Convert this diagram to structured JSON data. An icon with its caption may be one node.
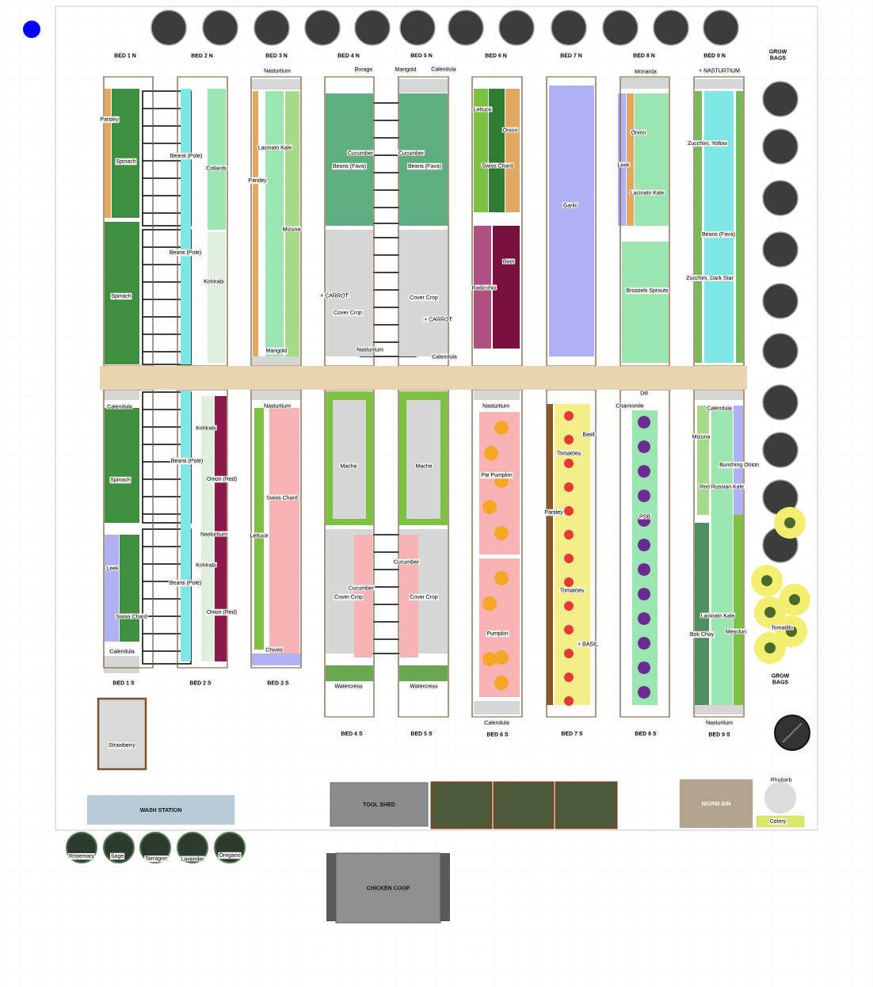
{
  "diagram": {
    "nodes": [
      {
        "text": [
          "BED 1 N",
          "Parsley",
          "Spinach",
          "Spinach"
        ]
      },
      {
        "text": [
          "BED 2 N",
          "Beans (Pole)",
          "Collards",
          "Beans (Pole)",
          "Kohlrabi"
        ]
      },
      {
        "text": [
          "BED 3 N",
          "Nasturtium",
          "Lacinato Kale",
          "Parsley",
          "Mizuna",
          "Marigold"
        ]
      },
      {
        "text": [
          "BED 4 N",
          "Borage",
          "Cucumber",
          "Beans (Fava)",
          "+ CARROT",
          "Cover Crop",
          "Nasturtium"
        ]
      },
      {
        "text": [
          "BED 5 N",
          "Marigold",
          "Calendula",
          "Cucumber",
          "Beans (Fava)",
          "Cover Crop",
          "+ CARROT",
          "Calendula"
        ]
      },
      {
        "text": [
          "BED 6 N",
          "Lettuce",
          "Onion",
          "Swiss Chard",
          "Beet",
          "Radicchio"
        ]
      },
      {
        "text": [
          "BED 7 N",
          "Garlic"
        ]
      },
      {
        "text": [
          "BED 8 N",
          "Monarda",
          "Onion",
          "Leek",
          "Lacinato Kale",
          "Brussels Sprouts"
        ]
      },
      {
        "text": [
          "BED 9 N",
          "+ NASTURTIUM",
          "Zucchini, Yellow",
          "Beans (Fava)",
          "Zucchini, Dark Star"
        ]
      },
      {
        "text": [
          "Calendula",
          "Spinach",
          "Leek",
          "Swiss Chard",
          "Calendula",
          "BED 1 S"
        ]
      },
      {
        "text": [
          "Kohlrabi",
          "Beans (Pole)",
          "Onion (Red)",
          "Nasturtium",
          "Kohlrabi",
          "Beans (Pole)",
          "Onion (Red)",
          "BED 2 S"
        ]
      },
      {
        "text": [
          "Nasturtium",
          "Swiss Chard",
          "Lettuce",
          "Chives",
          "BED 3 S"
        ]
      },
      {
        "text": [
          "Mache",
          "Cucumber",
          "Cover Crop",
          "Watercress",
          "BED 4 S"
        ]
      },
      {
        "text": [
          "Mache",
          "Cucumber",
          "Cover Crop",
          "Watercress",
          "BED 5 S"
        ]
      },
      {
        "text": [
          "Nasturtium",
          "Pie Pumpkin",
          "Pumpkin",
          "Calendula",
          "BED 6 S"
        ]
      },
      {
        "text": [
          "Basil",
          "Tomatoes",
          "Parsley",
          "Tomatoes",
          "+ BASIL",
          "BED 7 S"
        ]
      },
      {
        "text": [
          "Dill",
          "Chamomile",
          "PSB",
          "BED 8 S"
        ]
      },
      {
        "text": [
          "Calendula",
          "Mizuna",
          "Bunching Onion",
          "Red Russian Kale",
          "Lacinato Kale",
          "Bok Choy",
          "Mesclun",
          "Nasturtium",
          "BED 9 S"
        ]
      },
      {
        "text": [
          "Strawberry"
        ]
      },
      {
        "text": [
          "WASH STATION"
        ]
      },
      {
        "text": [
          "TOOL SHED"
        ]
      },
      {
        "text": [],
        "shape": "box"
      },
      {
        "text": [],
        "shape": "box"
      },
      {
        "text": [],
        "shape": "box"
      },
      {
        "text": [
          "WORM BIN"
        ]
      },
      {
        "text": [
          "Rhubarb"
        ]
      },
      {
        "text": [
          "Celery"
        ]
      },
      {
        "text": [
          "Rosemary"
        ]
      },
      {
        "text": [
          "Sage"
        ]
      },
      {
        "text": [
          "Tarragon"
        ]
      },
      {
        "text": [
          "Lavender"
        ]
      },
      {
        "text": [
          "Oregano"
        ]
      },
      {
        "text": [
          "CHICKEN COOP"
        ]
      },
      {
        "text": [],
        "shape": "bar"
      }
    ],
    "labels": [
      "GROW BAGS",
      "Tomatillo",
      "GROW BAGS"
    ]
  }
}
